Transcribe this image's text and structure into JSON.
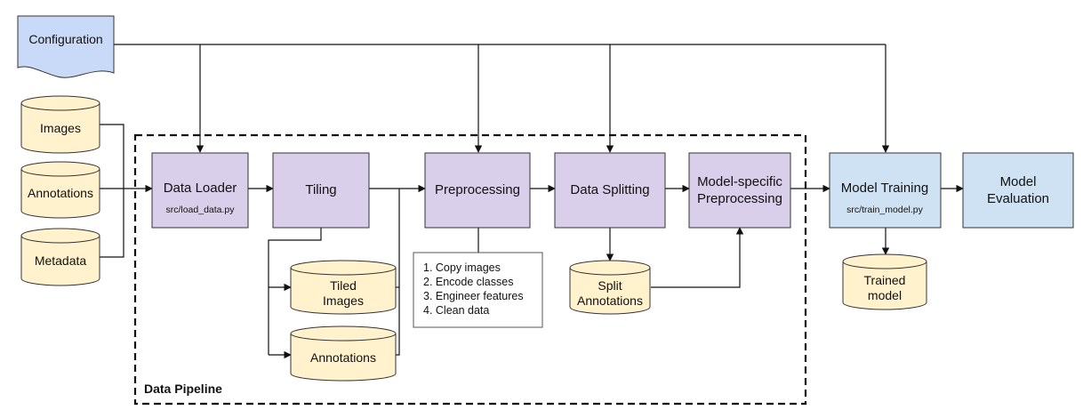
{
  "nodes": {
    "configuration": {
      "label": "Configuration"
    },
    "images": {
      "label": "Images"
    },
    "annotations_in": {
      "label": "Annotations"
    },
    "metadata": {
      "label": "Metadata"
    },
    "data_loader": {
      "label": "Data Loader",
      "sub": "src/load_data.py"
    },
    "tiling": {
      "label": "Tiling"
    },
    "tiled_images": {
      "line1": "Tiled",
      "line2": "Images"
    },
    "tiled_annotations": {
      "label": "Annotations"
    },
    "preprocessing": {
      "label": "Preprocessing"
    },
    "preprocessing_steps": [
      "1. Copy images",
      "2. Encode classes",
      "3. Engineer features",
      "4. Clean data"
    ],
    "data_splitting": {
      "label": "Data Splitting"
    },
    "split_annotations": {
      "line1": "Split",
      "line2": "Annotations"
    },
    "model_preprocessing": {
      "line1": "Model-specific",
      "line2": "Preprocessing"
    },
    "model_training": {
      "label": "Model Training",
      "sub": "src/train_model.py"
    },
    "trained_model": {
      "line1": "Trained",
      "line2": "model"
    },
    "model_evaluation": {
      "line1": "Model",
      "line2": "Evaluation"
    }
  },
  "group": {
    "label": "Data Pipeline"
  }
}
